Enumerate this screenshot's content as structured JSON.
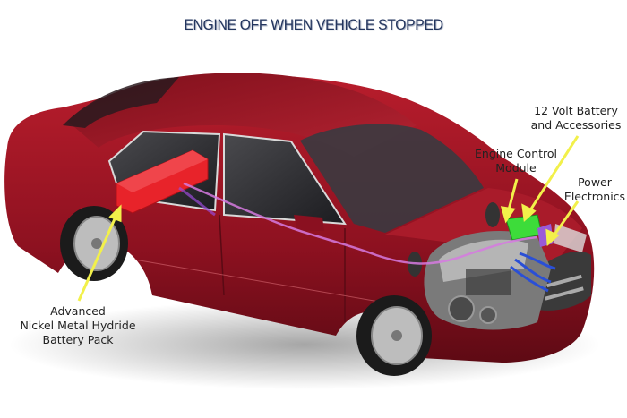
{
  "title": "ENGINE OFF WHEN VEHICLE STOPPED",
  "labels": {
    "battery_12v": {
      "line1": "12 Volt Battery",
      "line2": "and Accessories"
    },
    "ecm": {
      "line1": "Engine Control",
      "line2": "Module"
    },
    "power_electronics": {
      "line1": "Power",
      "line2": "Electronics"
    },
    "hybrid_battery": {
      "line1": "Advanced",
      "line2": "Nickel Metal Hydride",
      "line3": "Battery Pack"
    }
  },
  "colors": {
    "car_body": "#9b1422",
    "title_text": "#23355e",
    "arrow": "#f2f04a",
    "battery_pack": "#e8232a",
    "ecm_module": "#3ddc3a",
    "power_cables": "#2a4fd6",
    "hv_cable": "#d67ae0"
  }
}
